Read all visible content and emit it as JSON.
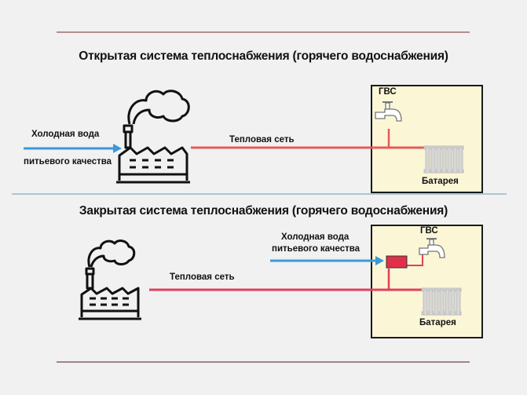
{
  "colors": {
    "hot_pipe": "#e45a5d",
    "cold_pipe": "#3a9ad9",
    "building_fill": "#fbf6d6",
    "heat_exchanger": "#e0304a",
    "rule_line": "#b98c90",
    "divider": "#a9c5d8"
  },
  "open_system": {
    "title": "Открытая система теплоснабжения (горячего водоснабжения)",
    "cold_water_label_line1": "Холодная вода",
    "cold_water_label_line2": "питьевого качества",
    "heat_network_label": "Тепловая сеть",
    "dhw_label": "ГВС",
    "radiator_label": "Батарея"
  },
  "closed_system": {
    "title": "Закрытая система теплоснабжения (горячего водоснабжения)",
    "cold_water_label_line1": "Холодная вода",
    "cold_water_label_line2": "питьевого качества",
    "heat_network_label": "Тепловая сеть",
    "dhw_label": "ГВС",
    "radiator_label": "Батарея"
  }
}
